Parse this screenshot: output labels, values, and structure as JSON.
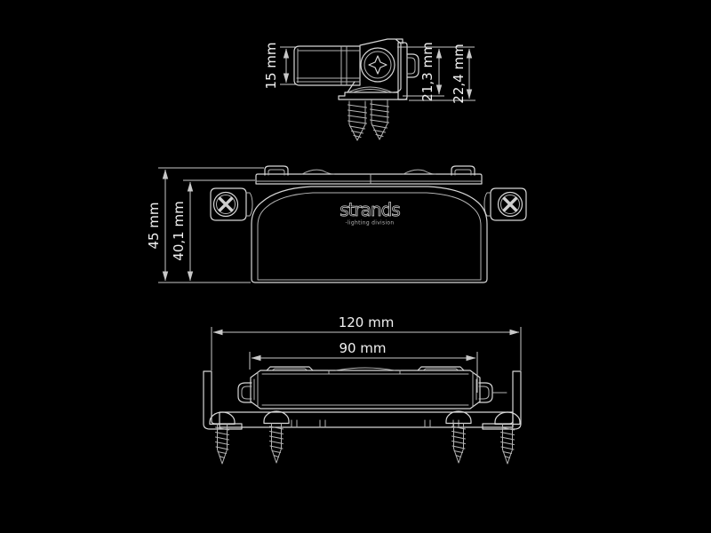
{
  "colors": {
    "background": "#000000",
    "line": "#d6d6d6",
    "dimension_line": "#c8c8c8",
    "text": "#f1f1f1"
  },
  "product": {
    "brand": "strands",
    "tagline": "-lighting division"
  },
  "views": {
    "side": {
      "dims": {
        "body_height": "15 mm",
        "bracket_height": "21,3 mm",
        "total_height": "22,4 mm"
      }
    },
    "front": {
      "dims": {
        "total_height": "45 mm",
        "body_height": "40,1 mm"
      }
    },
    "top": {
      "dims": {
        "total_width": "120 mm",
        "body_width": "90 mm"
      }
    }
  }
}
